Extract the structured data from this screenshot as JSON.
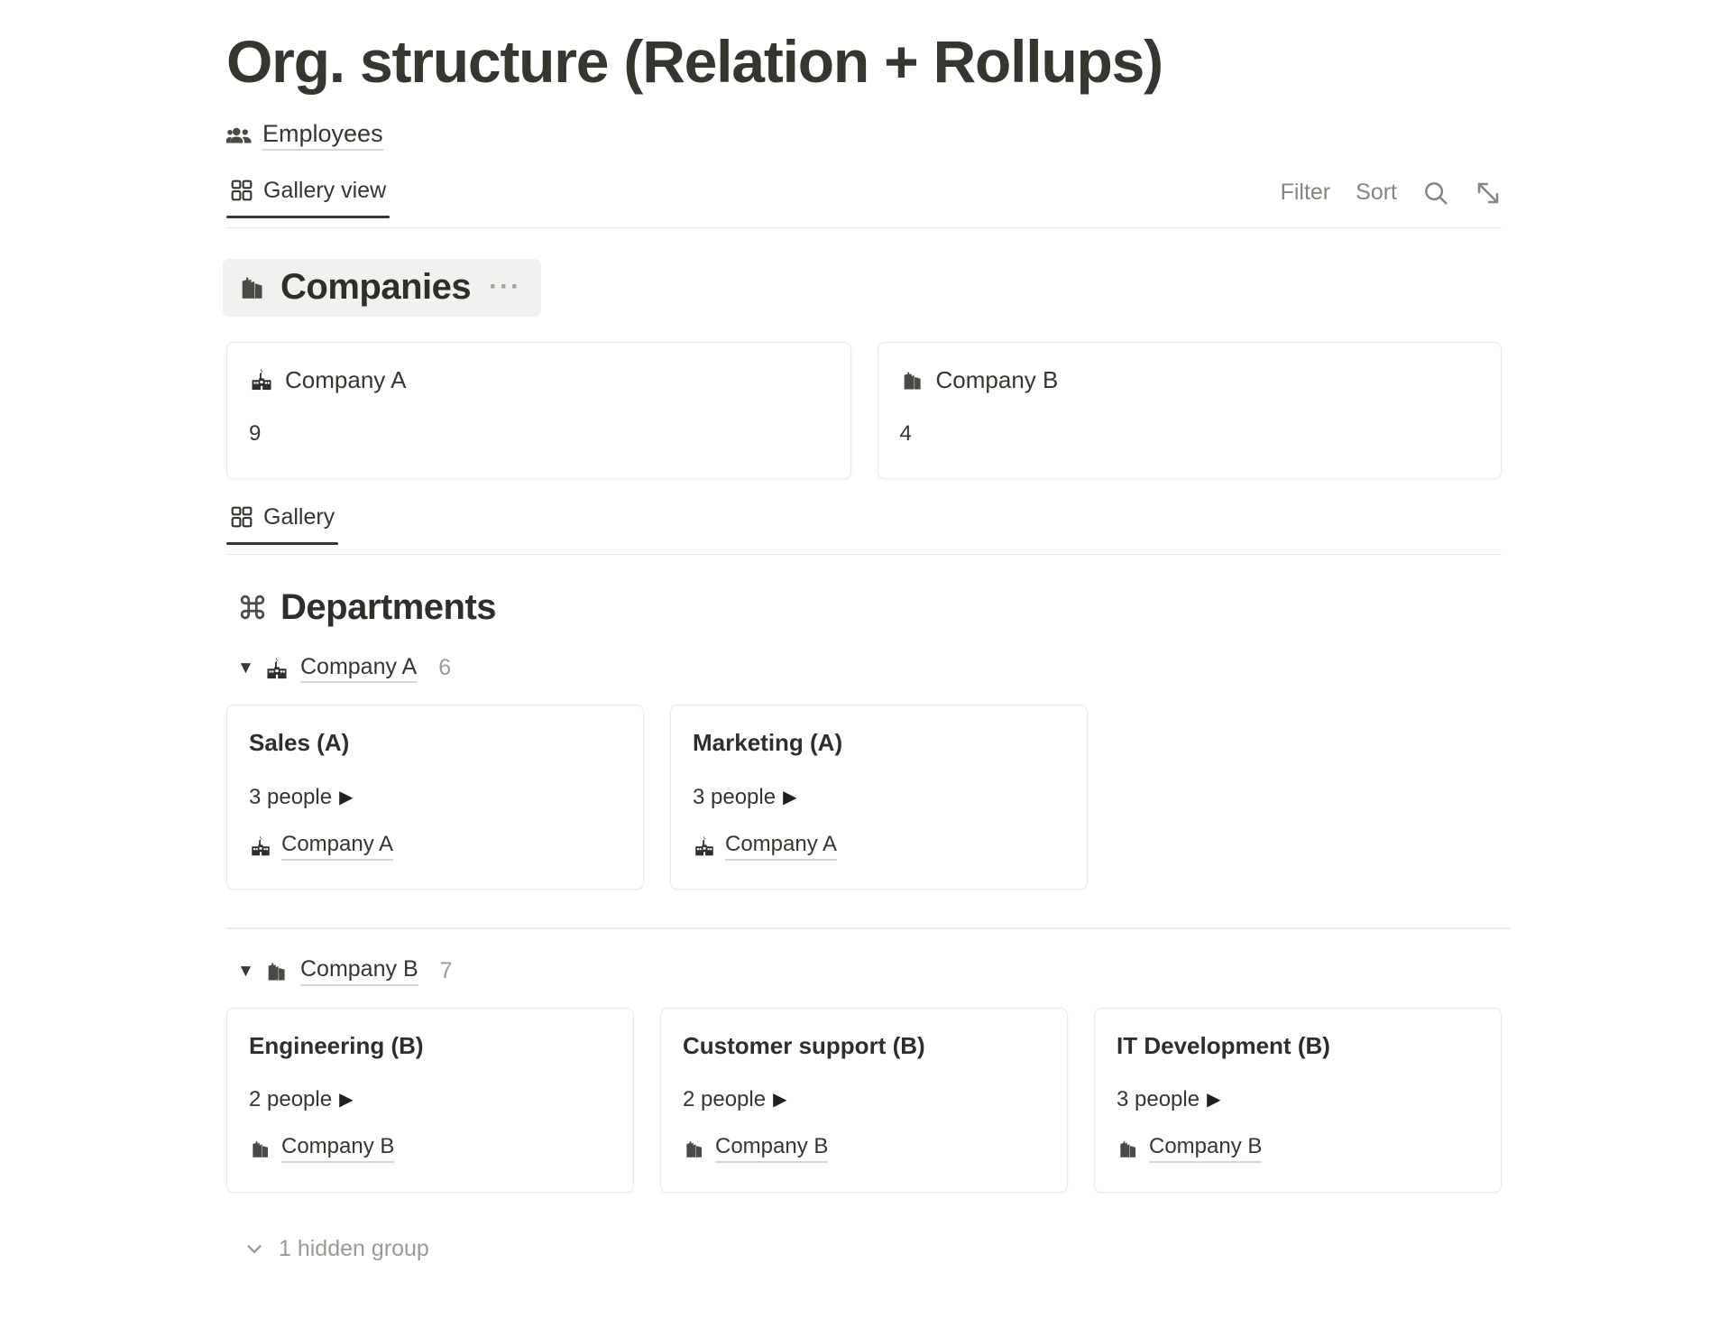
{
  "page": {
    "title": "Org. structure (Relation + Rollups)",
    "breadcrumb": {
      "icon": "people-icon",
      "label": "Employees"
    }
  },
  "toolbar": {
    "view_tab": {
      "icon": "gallery-grid-icon",
      "label": "Gallery view"
    },
    "filter_label": "Filter",
    "sort_label": "Sort",
    "search_icon": "search-icon",
    "expand_icon": "expand-diagonal-icon"
  },
  "companies_section": {
    "icon": "city-building-icon",
    "title": "Companies",
    "menu": "···",
    "cards": [
      {
        "icon": "school-building-icon",
        "name": "Company A",
        "count": "9"
      },
      {
        "icon": "city-building-icon",
        "name": "Company B",
        "count": "4"
      }
    ]
  },
  "gallery_tab": {
    "icon": "gallery-grid-icon",
    "label": "Gallery"
  },
  "departments_section": {
    "icon": "command-icon",
    "title": "Departments",
    "groups": [
      {
        "caret": "▼",
        "icon": "school-building-icon",
        "name": "Company A",
        "count": "6",
        "cards": [
          {
            "title": "Sales (A)",
            "people": "3 people",
            "arrow": "▶",
            "relation_icon": "school-building-icon",
            "relation": "Company A"
          },
          {
            "title": "Marketing (A)",
            "people": "3 people",
            "arrow": "▶",
            "relation_icon": "school-building-icon",
            "relation": "Company A"
          }
        ]
      },
      {
        "caret": "▼",
        "icon": "city-building-icon",
        "name": "Company B",
        "count": "7",
        "cards": [
          {
            "title": "Engineering (B)",
            "people": "2 people",
            "arrow": "▶",
            "relation_icon": "city-building-icon",
            "relation": "Company B"
          },
          {
            "title": "Customer support (B)",
            "people": "2 people",
            "arrow": "▶",
            "relation_icon": "city-building-icon",
            "relation": "Company B"
          },
          {
            "title": "IT Development (B)",
            "people": "3 people",
            "arrow": "▶",
            "relation_icon": "city-building-icon",
            "relation": "Company B"
          }
        ]
      }
    ],
    "hidden_group": {
      "icon": "chevron-down-icon",
      "label": "1 hidden group"
    }
  },
  "colors": {
    "text": "#37352f",
    "muted": "#9b9a95",
    "border": "#eceae6",
    "highlight_bg": "#f2f1ef"
  }
}
